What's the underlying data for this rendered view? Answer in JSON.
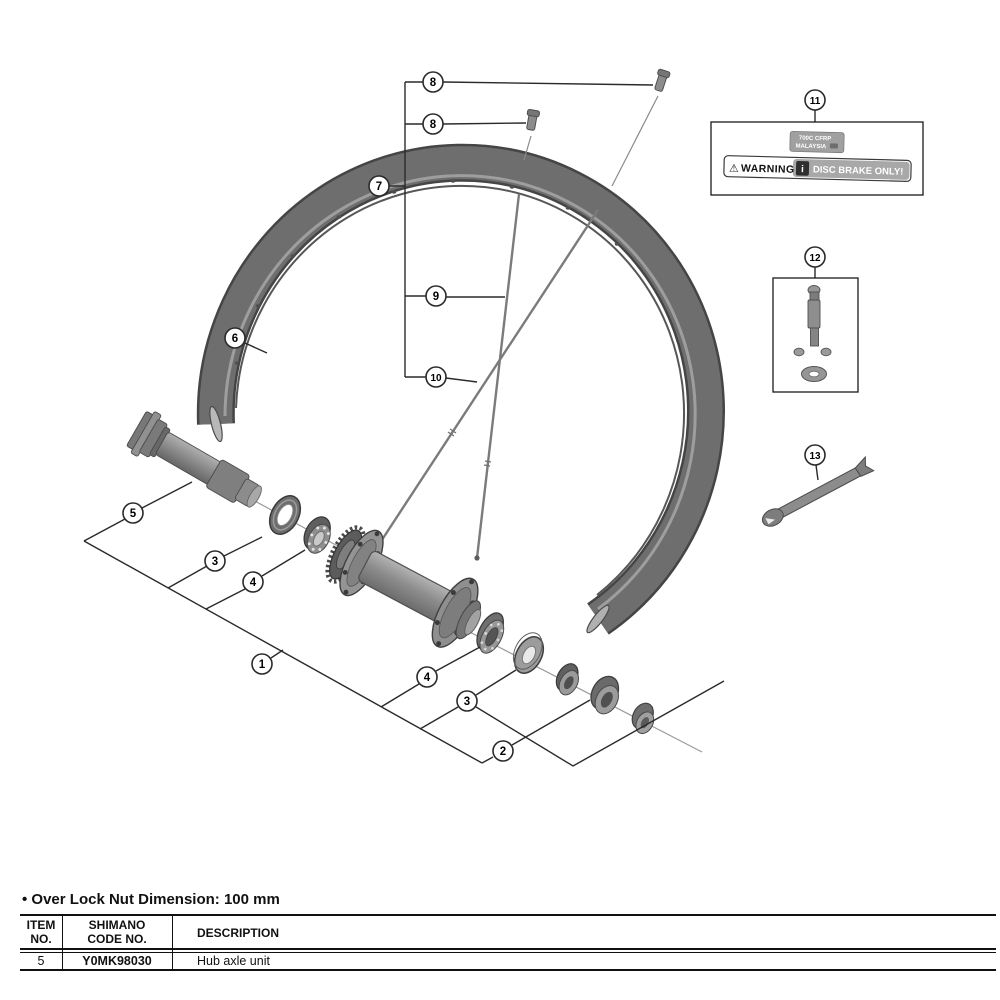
{
  "callouts": {
    "c8a": "8",
    "c8b": "8",
    "c7": "7",
    "c9": "9",
    "c10": "10",
    "c6": "6",
    "c5": "5",
    "c3l": "3",
    "c4l": "4",
    "c1": "1",
    "c4r": "4",
    "c3r": "3",
    "c2": "2",
    "c11": "11",
    "c12": "12",
    "c13": "13"
  },
  "warning_box": {
    "size_label_line1": "700C CFRP",
    "size_label_line2": "MALAYSIA",
    "warning_icon": "⚠",
    "warning_word": "WARNING",
    "info_icon": "i",
    "warning_text": "DISC BRAKE ONLY!"
  },
  "note": "• Over Lock Nut Dimension: 100 mm",
  "table": {
    "col1_header_line1": "ITEM",
    "col1_header_line2": "NO.",
    "col2_header_line1": "SHIMANO",
    "col2_header_line2": "CODE NO.",
    "col3_header": "DESCRIPTION",
    "rows": [
      {
        "item": "5",
        "code": "Y0MK98030",
        "description": "Hub axle unit"
      }
    ]
  }
}
